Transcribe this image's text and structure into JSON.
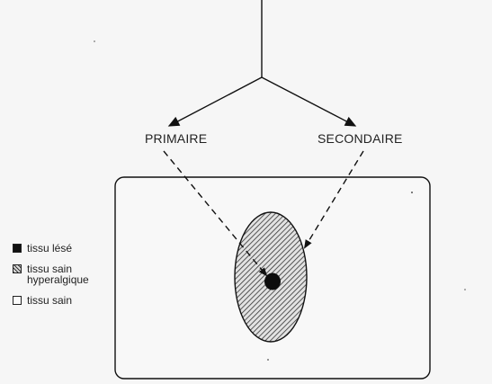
{
  "labels": {
    "primary": "PRIMAIRE",
    "secondary": "SECONDAIRE"
  },
  "legend": [
    {
      "id": "lesion",
      "text": "tissu lésé"
    },
    {
      "id": "hyper_line1",
      "text": "tissu sain"
    },
    {
      "id": "hyper_line2",
      "text": "hyperalgique"
    },
    {
      "id": "healthy",
      "text": "tissu sain"
    }
  ]
}
